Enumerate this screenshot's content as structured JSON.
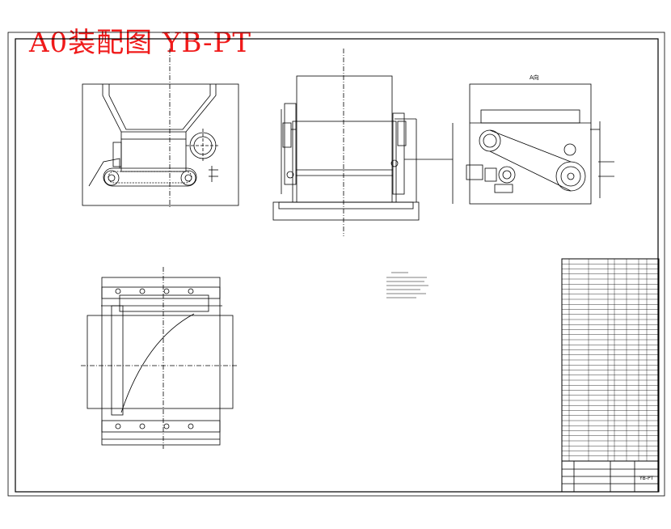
{
  "drawing": {
    "title": "A0装配图 YB-PT",
    "view_label": "A向",
    "title_block_code": "YB-PT",
    "colors": {
      "title": "#f01a1a",
      "line": "#000000",
      "background": "#ffffff"
    }
  }
}
